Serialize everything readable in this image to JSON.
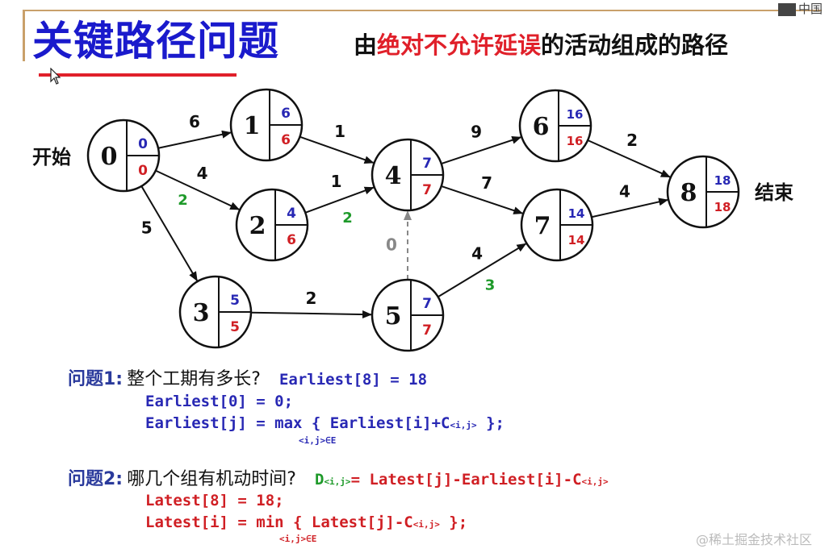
{
  "header": {
    "title": "关键路径问题",
    "subtitle_pre": "由",
    "subtitle_red": "绝对不允许延误",
    "subtitle_post": "的活动组成的路径",
    "badge": "中国"
  },
  "graph": {
    "start_label": "开始",
    "end_label": "结束",
    "nodes": [
      {
        "id": "0",
        "earliest": "0",
        "latest": "0"
      },
      {
        "id": "1",
        "earliest": "6",
        "latest": "6"
      },
      {
        "id": "2",
        "earliest": "4",
        "latest": "6"
      },
      {
        "id": "3",
        "earliest": "5",
        "latest": "5"
      },
      {
        "id": "4",
        "earliest": "7",
        "latest": "7"
      },
      {
        "id": "5",
        "earliest": "7",
        "latest": "7"
      },
      {
        "id": "6",
        "earliest": "16",
        "latest": "16"
      },
      {
        "id": "7",
        "earliest": "14",
        "latest": "14"
      },
      {
        "id": "8",
        "earliest": "18",
        "latest": "18"
      }
    ],
    "edges": [
      {
        "from": "0",
        "to": "1",
        "weight": "6",
        "slack": ""
      },
      {
        "from": "0",
        "to": "2",
        "weight": "4",
        "slack": "2"
      },
      {
        "from": "0",
        "to": "3",
        "weight": "5",
        "slack": ""
      },
      {
        "from": "1",
        "to": "4",
        "weight": "1",
        "slack": ""
      },
      {
        "from": "2",
        "to": "4",
        "weight": "1",
        "slack": "2"
      },
      {
        "from": "3",
        "to": "5",
        "weight": "2",
        "slack": ""
      },
      {
        "from": "5",
        "to": "4",
        "weight": "0",
        "slack": "",
        "dashed": true
      },
      {
        "from": "4",
        "to": "6",
        "weight": "9",
        "slack": ""
      },
      {
        "from": "4",
        "to": "7",
        "weight": "7",
        "slack": ""
      },
      {
        "from": "5",
        "to": "7",
        "weight": "4",
        "slack": "3"
      },
      {
        "from": "6",
        "to": "8",
        "weight": "2",
        "slack": ""
      },
      {
        "from": "7",
        "to": "8",
        "weight": "4",
        "slack": ""
      }
    ],
    "colors": {
      "earliest": "#2828b4",
      "latest": "#d01f24",
      "slack": "#1e9a2a",
      "dummy": "#888888"
    }
  },
  "question1": {
    "label": "问题1:",
    "text": "整个工期有多长?",
    "answer": "Earliest[8] = 18",
    "line1": "Earliest[0] = 0;",
    "line2_pre": "Earliest[j] = max  { Earliest[i]+C",
    "line2_sub": "<i,j>",
    "line2_post": " };",
    "under": "<i,j>∈E"
  },
  "question2": {
    "label": "问题2:",
    "text": "哪几个组有机动时间?",
    "formula_d": "D",
    "formula_d_sub": "<i,j>",
    "formula_rest": "= Latest[j]-Earliest[i]-C",
    "formula_sub": "<i,j>",
    "line1": "Latest[8] = 18;",
    "line2_pre": "Latest[i] = min  { Latest[j]-C",
    "line2_sub": "<i,j>",
    "line2_post": " };",
    "under": "<i,j>∈E"
  },
  "watermark": "@稀土掘金技术社区"
}
